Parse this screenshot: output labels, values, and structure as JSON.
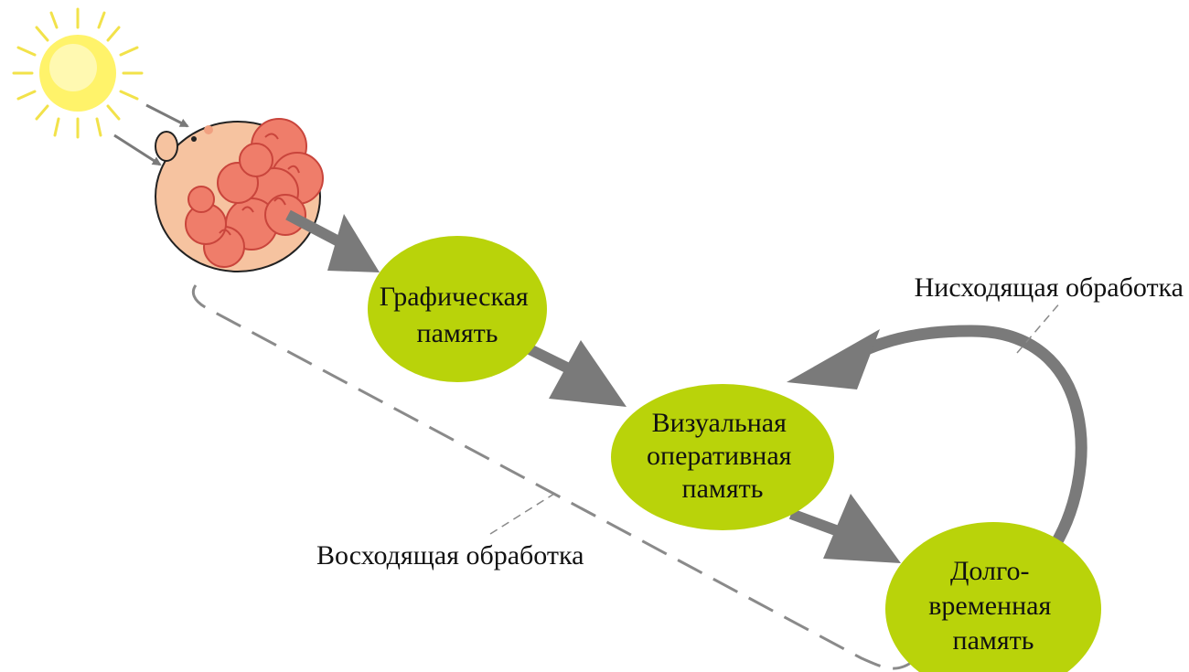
{
  "colors": {
    "node_fill": "#b9d30a",
    "arrow": "#7a7a7a",
    "dashed": "#8a8a8a",
    "sun_core": "#fff36a",
    "sun_rays": "#f2e24a",
    "head_skin": "#f6c3a0",
    "head_outline": "#222222",
    "hair": "#ef7d6a",
    "hair_dark": "#c9453c"
  },
  "icons": {
    "sun": "sun-icon",
    "head": "human-head-icon"
  },
  "nodes": {
    "iconic_memory": {
      "lines": [
        "Графическая",
        "память"
      ]
    },
    "visual_working_memory": {
      "lines": [
        "Визуальная",
        "оперативная",
        "память"
      ]
    },
    "long_term_memory": {
      "lines": [
        "Долго-",
        "временная",
        "память"
      ]
    }
  },
  "labels": {
    "top_down": "Нисходящая обработка",
    "bottom_up": "Восходящая обработка"
  }
}
